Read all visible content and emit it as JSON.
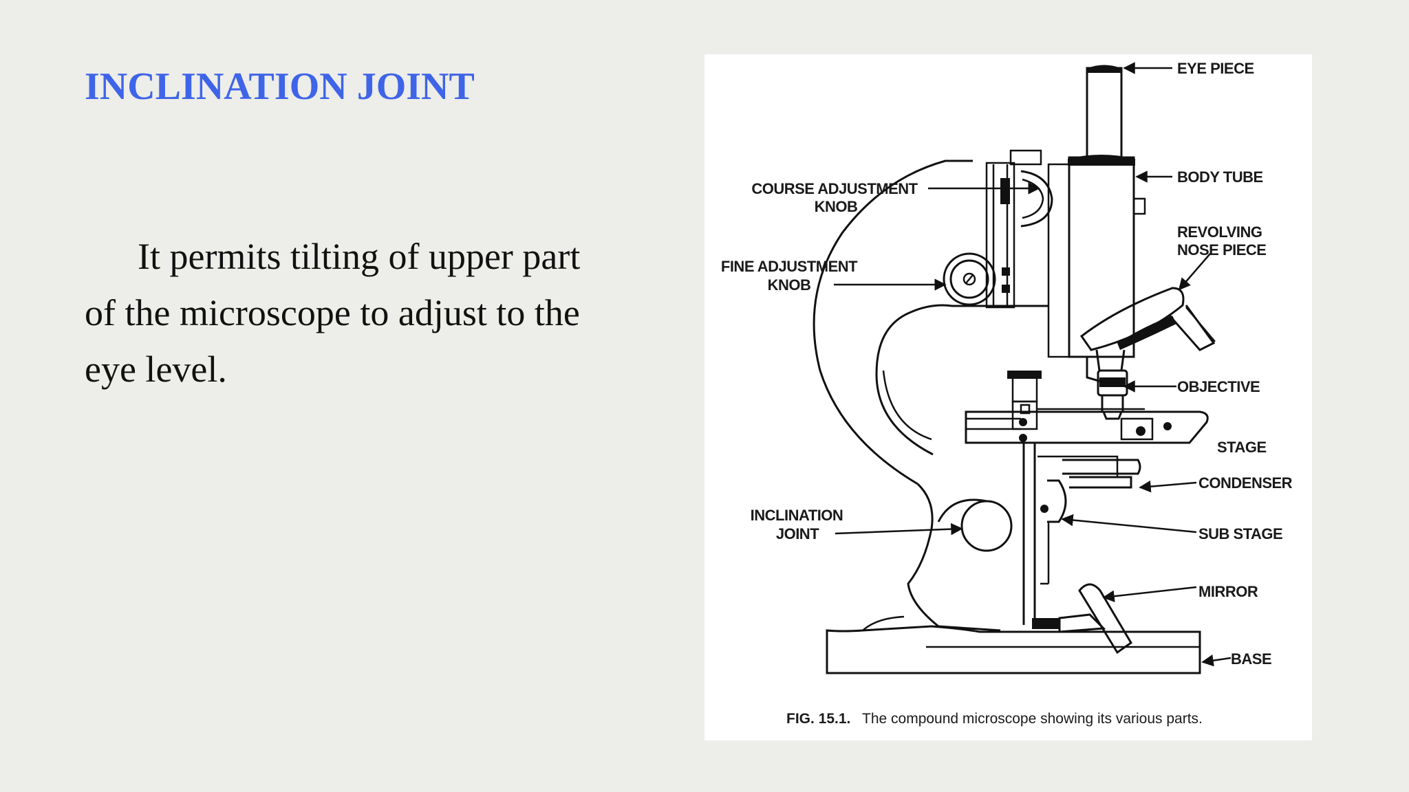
{
  "slide": {
    "title": "INCLINATION JOINT",
    "body": "It permits tilting of upper part of the microscope to adjust to the eye level."
  },
  "figure": {
    "labels": {
      "eye_piece": "EYE PIECE",
      "body_tube": "BODY TUBE",
      "revolving_nose_piece_line1": "REVOLVING",
      "revolving_nose_piece_line2": "NOSE PIECE",
      "course_adjustment_knob_line1": "COURSE ADJUSTMENT",
      "course_adjustment_knob_line2": "KNOB",
      "fine_adjustment_knob_line1": "FINE ADJUSTMENT",
      "fine_adjustment_knob_line2": "KNOB",
      "objective": "OBJECTIVE",
      "stage": "STAGE",
      "condenser": "CONDENSER",
      "inclination_joint_line1": "INCLINATION",
      "inclination_joint_line2": "JOINT",
      "sub_stage": "SUB STAGE",
      "mirror": "MIRROR",
      "base": "BASE"
    },
    "caption_prefix": "FIG. 15.1.",
    "caption_text": "The compound microscope showing its various parts."
  },
  "colors": {
    "background": "#edede9",
    "title": "#3e64e8",
    "body_text": "#111111",
    "figure_background": "#ffffff"
  }
}
